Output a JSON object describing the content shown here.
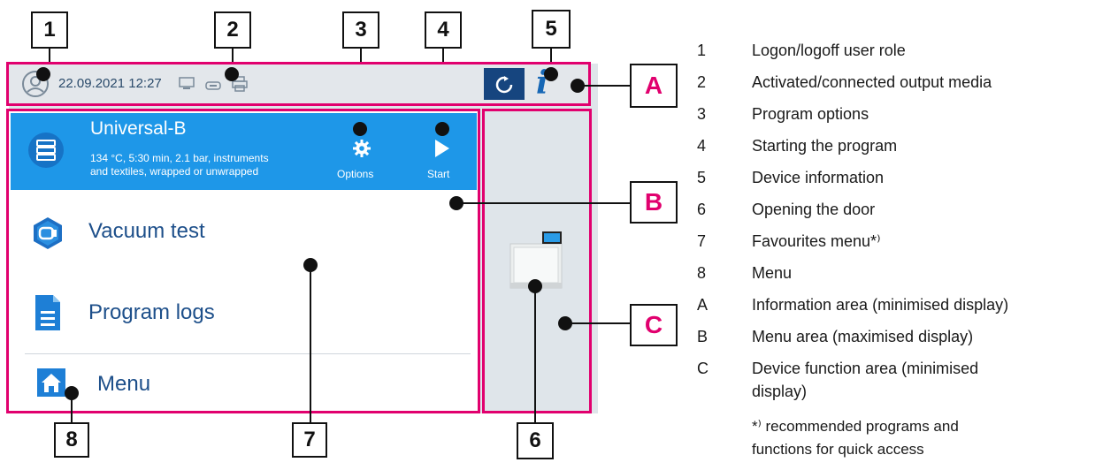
{
  "callouts": {
    "n1": "1",
    "n2": "2",
    "n3": "3",
    "n4": "4",
    "n5": "5",
    "n6": "6",
    "n7": "7",
    "n8": "8",
    "A": "A",
    "B": "B",
    "C": "C"
  },
  "topbar": {
    "datetime": "22.09.2021 12:27"
  },
  "program": {
    "name": "Universal-B",
    "description_line1": "134 °C, 5:30 min, 2.1 bar, instruments",
    "description_line2": "and textiles, wrapped or unwrapped",
    "options_label": "Options",
    "start_label": "Start"
  },
  "menu": {
    "vacuum_test": "Vacuum test",
    "program_logs": "Program logs",
    "menu_label": "Menu"
  },
  "legend": [
    {
      "key": "1",
      "text": "Logon/logoff user role"
    },
    {
      "key": "2",
      "text": "Activated/connected output media"
    },
    {
      "key": "3",
      "text": "Program options"
    },
    {
      "key": "4",
      "text": "Starting the program"
    },
    {
      "key": "5",
      "text": "Device information"
    },
    {
      "key": "6",
      "text": "Opening the door"
    },
    {
      "key": "7",
      "text": "Favourites menu*⁾"
    },
    {
      "key": "8",
      "text": "Menu"
    },
    {
      "key": "A",
      "text": "Information area (minimised display)"
    },
    {
      "key": "B",
      "text": "Menu area (maximised display)"
    },
    {
      "key": "C",
      "text": "Device function area (minimised"
    },
    {
      "key": "",
      "text": "display)"
    },
    {
      "key": "",
      "text": "*⁾ recommended programs and"
    },
    {
      "key": "",
      "text": "functions for quick access"
    }
  ],
  "colors": {
    "region_border": "#e1006e",
    "program_bar": "#1e97e8",
    "door_button": "#16457f",
    "menu_text": "#1d4f8a"
  }
}
